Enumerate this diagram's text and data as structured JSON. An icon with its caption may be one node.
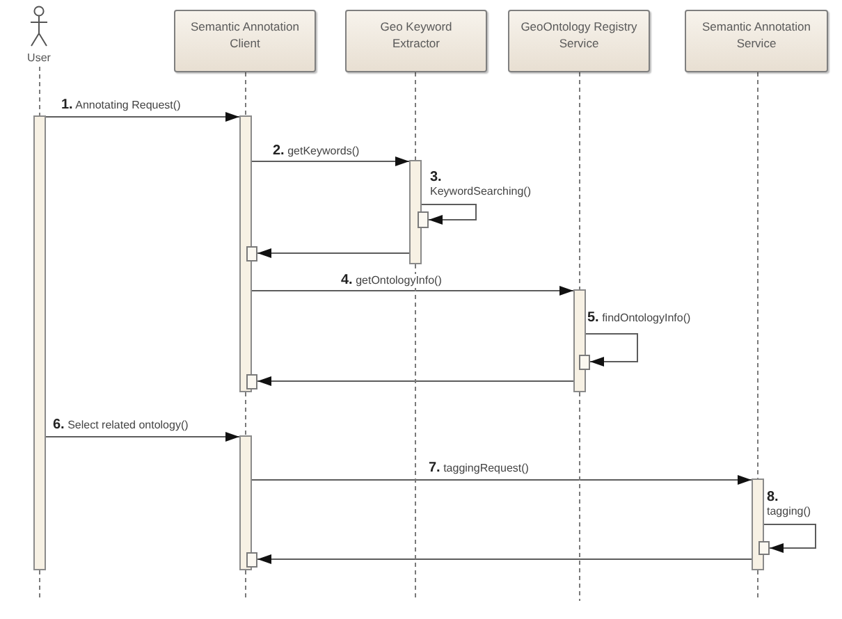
{
  "diagram": {
    "nodes": [
      {
        "text": [
          "User"
        ]
      },
      {
        "text": [
          "Semantic Annotation Client"
        ]
      },
      {
        "text": [
          "Geo Keyword Extractor"
        ]
      },
      {
        "text": [
          "GeoOntology Registry Service"
        ]
      },
      {
        "text": [
          "Semantic Annotation Service"
        ]
      },
      {
        "text": [],
        "shape": "bar"
      },
      {
        "text": [],
        "shape": "bar"
      },
      {
        "text": [],
        "shape": "bar"
      },
      {
        "text": [],
        "shape": "box"
      },
      {
        "text": [],
        "shape": "box"
      },
      {
        "text": [],
        "shape": "bar"
      },
      {
        "text": [],
        "shape": "box"
      },
      {
        "text": [],
        "shape": "box"
      },
      {
        "text": [],
        "shape": "bar"
      },
      {
        "text": [],
        "shape": "bar"
      },
      {
        "text": [],
        "shape": "box"
      },
      {
        "text": [],
        "shape": "box"
      }
    ],
    "edges": [
      {
        "from": 5,
        "to": 6,
        "arrow": "to",
        "label": "**1.** Annotating Request()"
      },
      {
        "from": 6,
        "to": 7,
        "arrow": "to",
        "label": "**2.** getKeywords()"
      },
      {
        "from": 7,
        "to": 8,
        "arrow": "to",
        "label": "**3.** KeywordSearching()"
      },
      {
        "from": 7,
        "to": 9,
        "arrow": "to"
      },
      {
        "from": 6,
        "to": 10,
        "arrow": "to",
        "label": "**4.** getOntologyInfo()"
      },
      {
        "from": 10,
        "to": 11,
        "arrow": "to",
        "label": "**5.** findOntologyInfo()"
      },
      {
        "from": 10,
        "to": 12,
        "arrow": "to"
      },
      {
        "from": 5,
        "to": 13,
        "arrow": "to",
        "label": "**6.** Select related ontology()"
      },
      {
        "from": 13,
        "to": 14,
        "arrow": "to",
        "label": "**7.** taggingRequest()"
      },
      {
        "from": 14,
        "to": 15,
        "arrow": "to",
        "label": "**8.** tagging()"
      },
      {
        "from": 14,
        "to": 16,
        "arrow": "to"
      },
      {
        "from": 0,
        "to": 5,
        "arrow": "none",
        "style": "dashed"
      },
      {
        "from": 5,
        "to": null,
        "arrow": "none",
        "style": "dashed"
      },
      {
        "from": 1,
        "to": 6,
        "arrow": "none",
        "style": "dashed"
      },
      {
        "from": 6,
        "to": 13,
        "arrow": "none",
        "style": "dashed"
      },
      {
        "from": 13,
        "to": null,
        "arrow": "none",
        "style": "dashed"
      },
      {
        "from": 2,
        "to": 7,
        "arrow": "none",
        "style": "dashed"
      },
      {
        "from": 7,
        "to": null,
        "arrow": "none",
        "style": "dashed"
      },
      {
        "from": 3,
        "to": 10,
        "arrow": "none",
        "style": "dashed"
      },
      {
        "from": 10,
        "to": null,
        "arrow": "none",
        "style": "dashed"
      },
      {
        "from": 4,
        "to": 14,
        "arrow": "none",
        "style": "dashed"
      },
      {
        "from": 14,
        "to": null,
        "arrow": "none",
        "style": "dashed"
      }
    ]
  }
}
